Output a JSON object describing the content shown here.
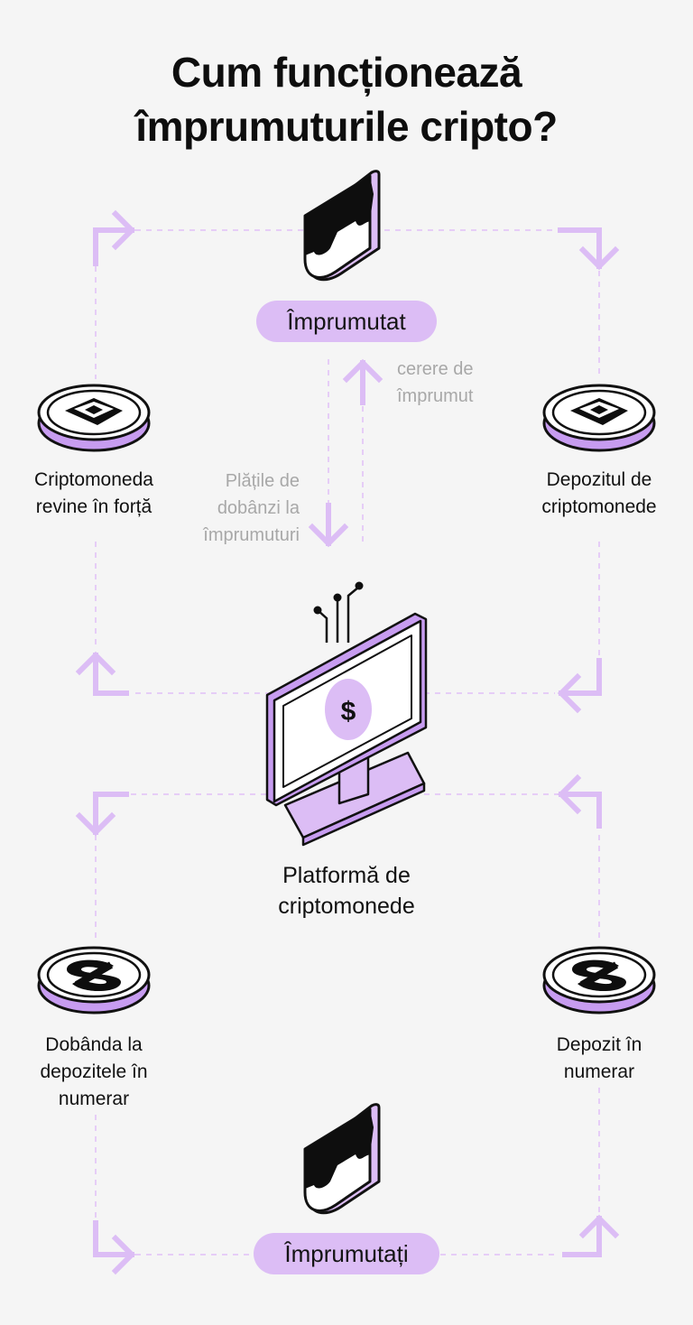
{
  "title": {
    "line1": "Cum funcționează",
    "line2": "împrumuturile cripto?"
  },
  "top_person": {
    "label": "Împrumutat"
  },
  "bottom_person": {
    "label": "Împrumutați"
  },
  "notes": {
    "loan_request": [
      "cerere de",
      "împrumut"
    ],
    "interest_payments": [
      "Plățile de",
      "dobânzi la",
      "împrumuturi"
    ]
  },
  "nodes": {
    "crypto_returned": {
      "lines": [
        "Criptomoneda",
        "revine în forță"
      ],
      "icon": "ethereum-coin-icon"
    },
    "crypto_deposit": {
      "lines": [
        "Depozitul de",
        "criptomonede"
      ],
      "icon": "ethereum-coin-icon"
    },
    "cash_interest": {
      "lines": [
        "Dobânda la",
        "depozitele în",
        "numerar"
      ],
      "icon": "dollar-coin-icon"
    },
    "cash_deposit": {
      "lines": [
        "Depozit în",
        "numerar"
      ],
      "icon": "dollar-coin-icon"
    },
    "platform": {
      "lines": [
        "Platformă de",
        "criptomonede"
      ],
      "icon": "computer-monitor-icon",
      "screen_symbol": "$"
    }
  },
  "colors": {
    "background": "#f5f5f5",
    "accent": "#dcbdf5",
    "accent_dark": "#c79cf0",
    "ink": "#111111",
    "muted": "#a8a8a8",
    "dashed_line": "#e6cdf7"
  }
}
